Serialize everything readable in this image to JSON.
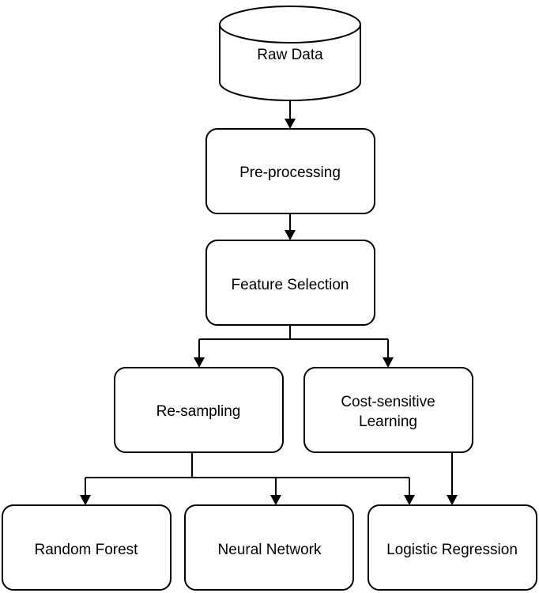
{
  "diagram": {
    "nodes": {
      "raw_data": "Raw Data",
      "preprocessing": "Pre-processing",
      "feature_selection": "Feature Selection",
      "resampling": "Re-sampling",
      "cost_sensitive": [
        "Cost-sensitive",
        "Learning"
      ],
      "random_forest": "Random Forest",
      "neural_network": "Neural Network",
      "logistic_regression": "Logistic Regression"
    }
  }
}
